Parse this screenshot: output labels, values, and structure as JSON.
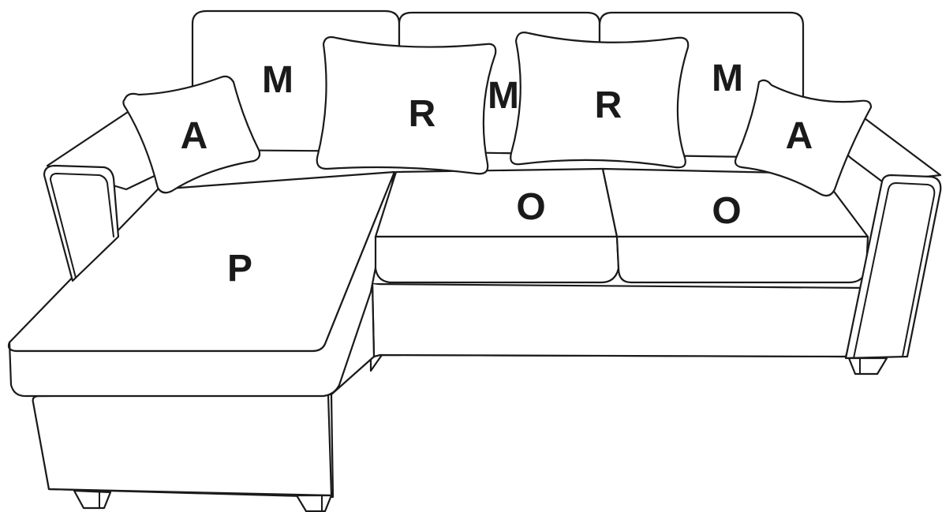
{
  "labels": {
    "back_left": "M",
    "back_center": "M",
    "back_right": "M",
    "pillow_small_left": "A",
    "pillow_small_right": "A",
    "pillow_large_left": "R",
    "pillow_large_right": "R",
    "seat_left": "O",
    "seat_right": "O",
    "chaise": "P"
  },
  "colors": {
    "line": "#1a1a1a",
    "fill": "#ffffff"
  }
}
